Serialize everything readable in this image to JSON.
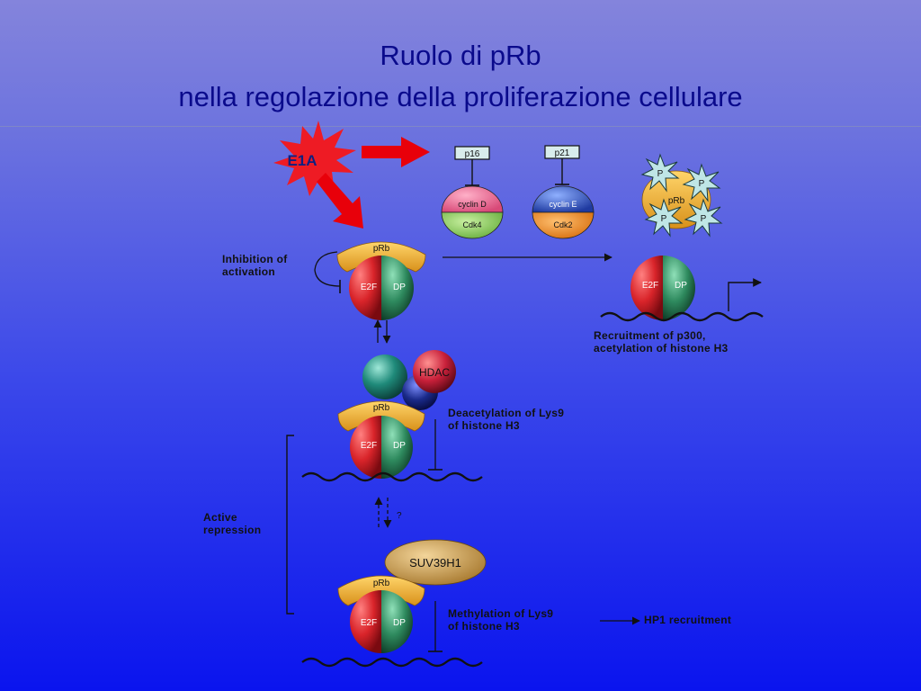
{
  "slide": {
    "title_line1": "Ruolo di pRb",
    "title_line2": "nella regolazione della proliferazione cellulare"
  },
  "diagram": {
    "e1a": "E1A",
    "inhibitors": [
      "p16",
      "p21"
    ],
    "cyclin_complexes": [
      {
        "cyclin": "cyclin D",
        "cdk": "Cdk4"
      },
      {
        "cyclin": "cyclin E",
        "cdk": "Cdk2"
      }
    ],
    "prb": "pRb",
    "phospho": "P",
    "e2f": "E2F",
    "dp": "DP",
    "hdac": "HDAC",
    "suv": "SUV39H1",
    "question_mark": "?",
    "labels": {
      "inhibition": "Inhibition of\nactivation",
      "recruitment": "Recruitment of p300,\nacetylation of histone H3",
      "deacetylation": "Deacetylation of Lys9\nof histone H3",
      "active_repression": "Active\nrepression",
      "methylation": "Methylation of Lys9\nof histone H3",
      "hp1": "HP1 recruitment"
    }
  },
  "colors": {
    "title": "#0a0a8c",
    "arrow_red": "#e8000a",
    "prb": "#e9a72a",
    "e2f": "#d9242a",
    "dp": "#2e8a5e",
    "hdac": "#c8203a",
    "suv": "#c89a4a",
    "phospho_star": "#bfe6e6"
  }
}
